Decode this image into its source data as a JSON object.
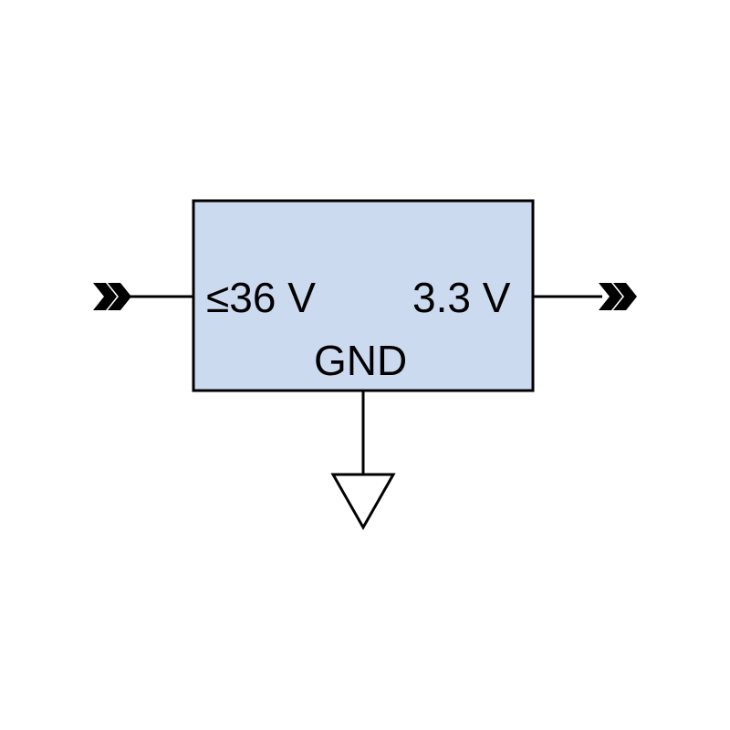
{
  "regulator": {
    "input_label": "≤36 V",
    "output_label": "3.3 V",
    "ground_label": "GND"
  },
  "colors": {
    "block_fill": "#ccdaf0",
    "stroke": "#000000",
    "background": "#ffffff"
  },
  "icons": {
    "input": "double-chevron-right-icon",
    "output": "double-chevron-right-icon",
    "ground": "ground-triangle-icon"
  }
}
